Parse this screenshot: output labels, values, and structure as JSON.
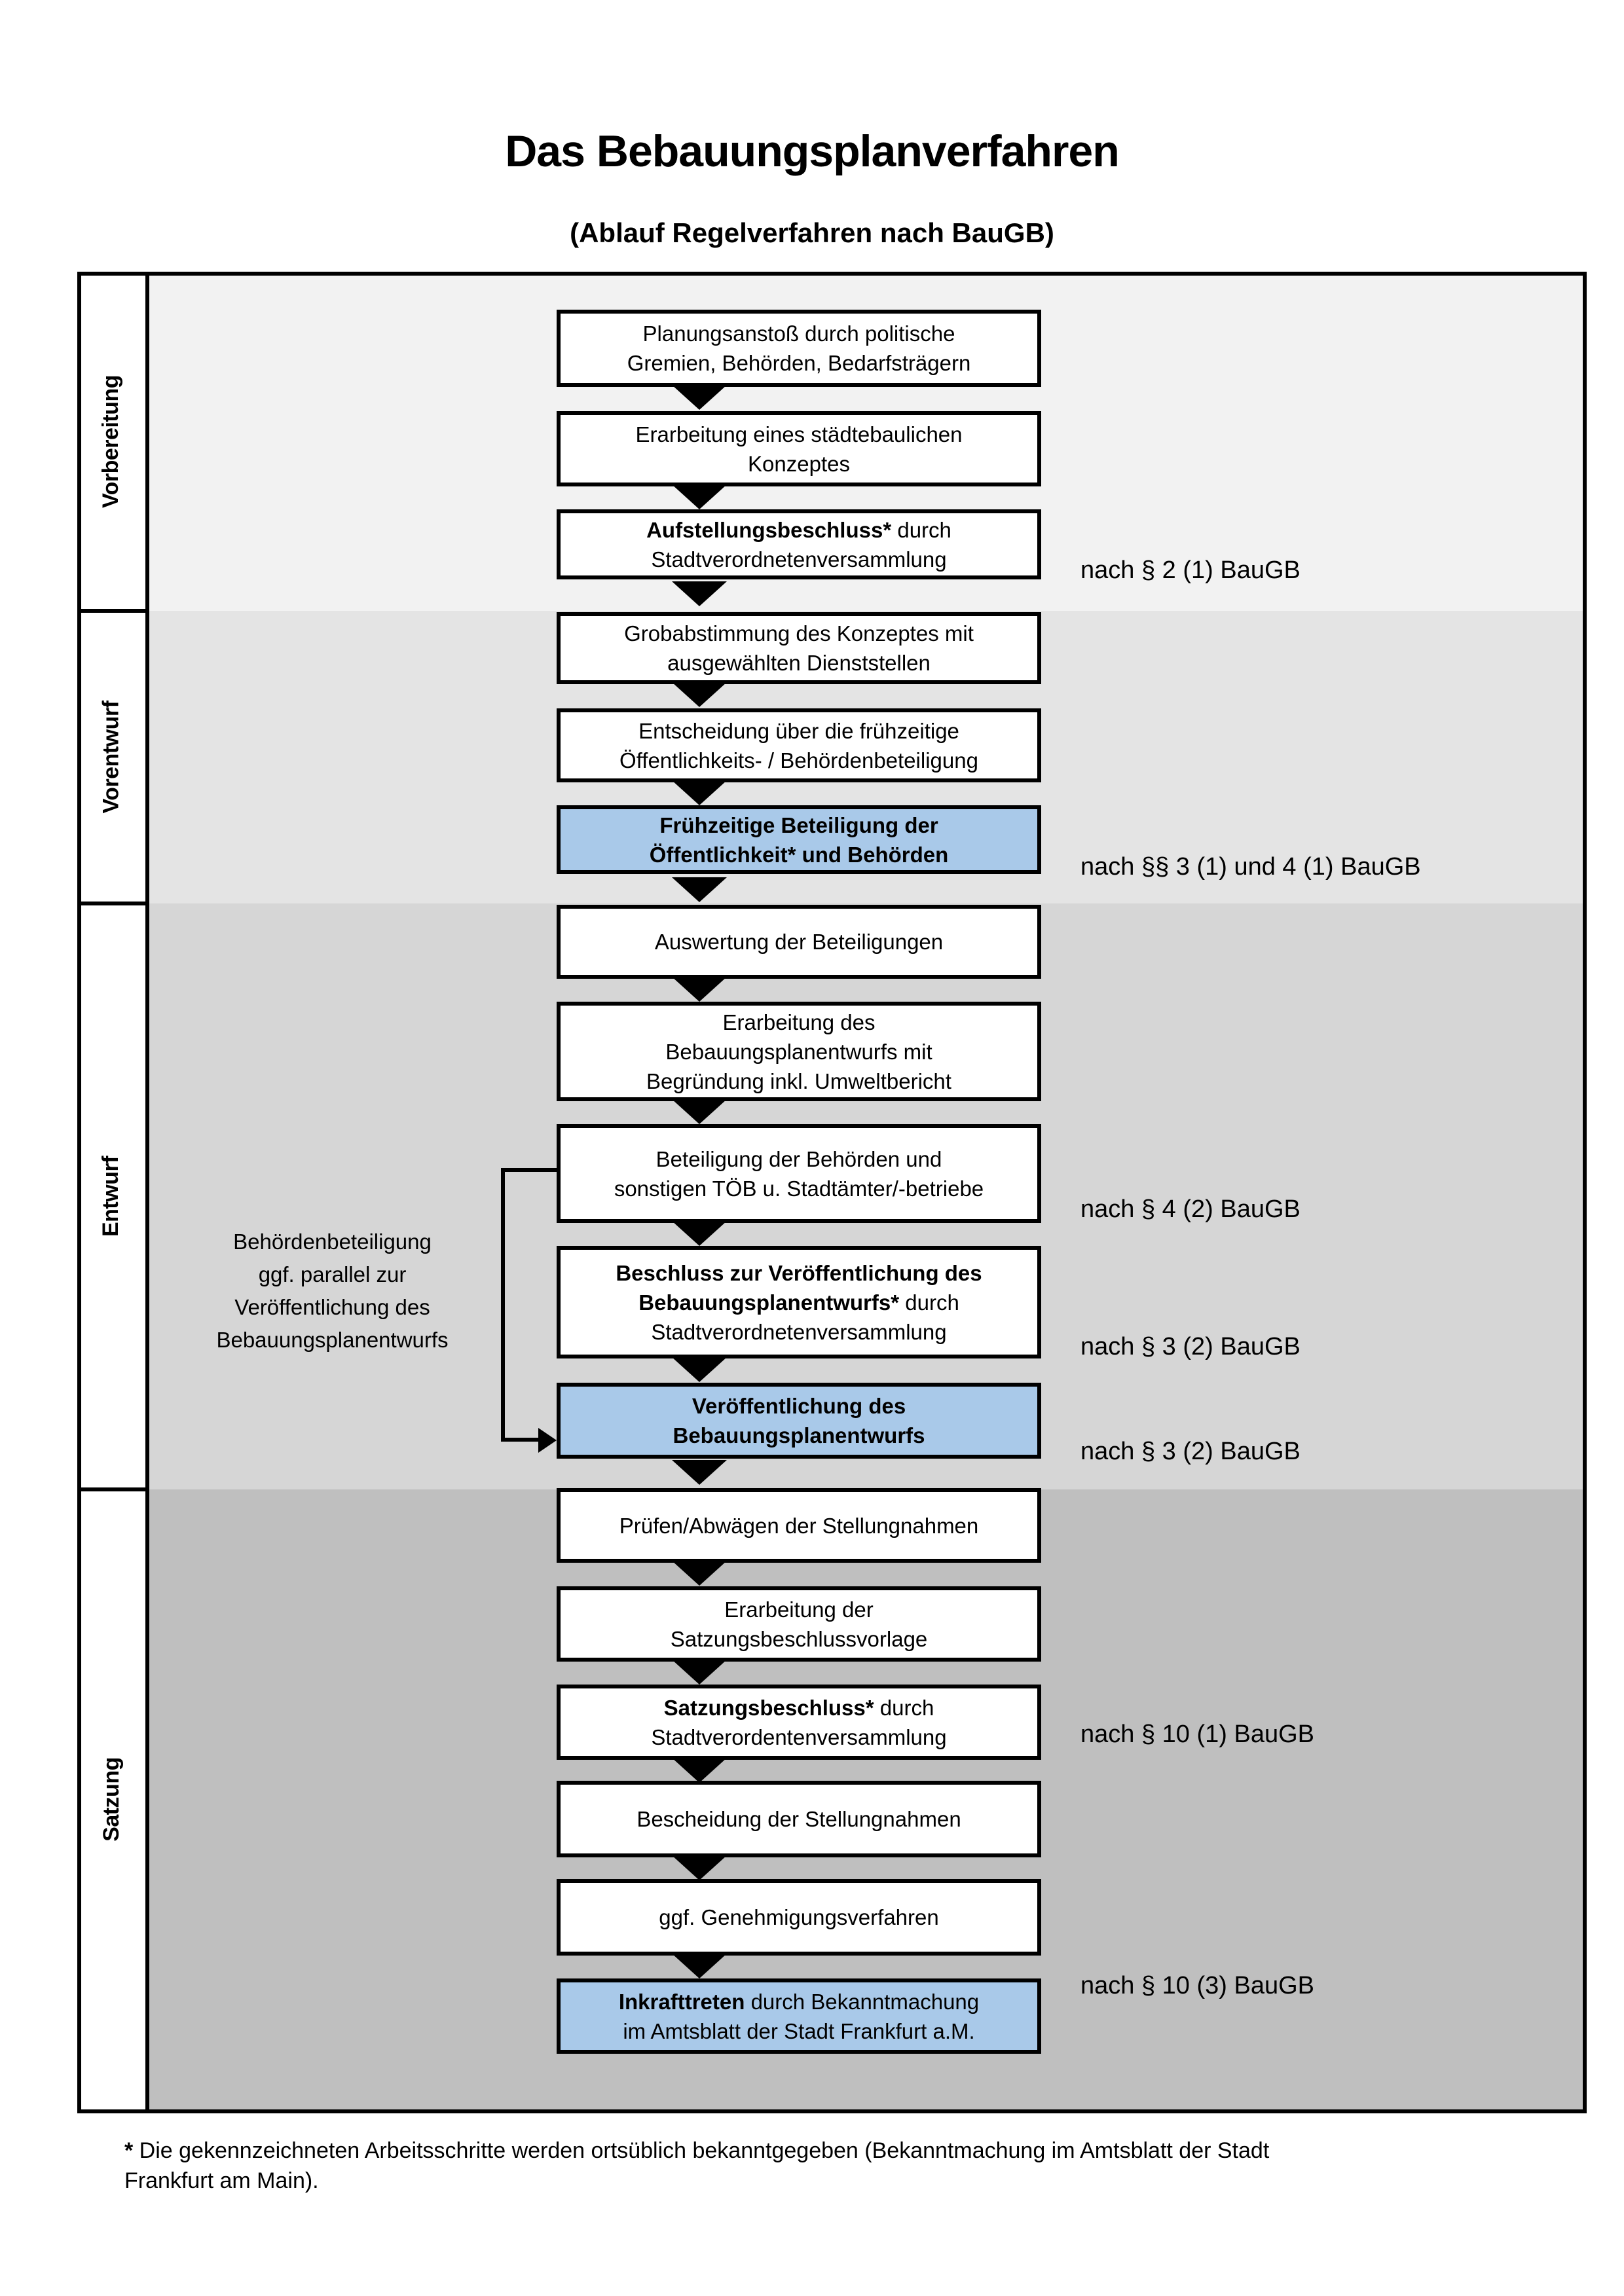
{
  "title": "Das Bebauungsplanverfahren",
  "subtitle": "(Ablauf Regelverfahren nach BauGB)",
  "colors": {
    "highlight": "#a9c9e9",
    "band_1": "#f2f2f2",
    "band_2": "#e4e4e4",
    "band_3": "#d6d6d6",
    "band_4": "#bfbfbf"
  },
  "sections": [
    {
      "label": "Vorbereitung"
    },
    {
      "label": "Vorentwurf"
    },
    {
      "label": "Entwurf"
    },
    {
      "label": "Satzung"
    }
  ],
  "boxes": [
    {
      "bold": "",
      "rest": "Planungsanstoß durch politische\nGremien, Behörden, Bedarfsträgern",
      "highlight": false
    },
    {
      "bold": "",
      "rest": "Erarbeitung eines städtebaulichen\nKonzeptes",
      "highlight": false
    },
    {
      "bold": "Aufstellungsbeschluss*",
      "rest": " durch\nStadtverordnetenversammlung",
      "highlight": false
    },
    {
      "bold": "",
      "rest": "Grobabstimmung des Konzeptes mit\nausgewählten Dienststellen",
      "highlight": false
    },
    {
      "bold": "",
      "rest": "Entscheidung über die frühzeitige\nÖffentlichkeits- / Behördenbeteiligung",
      "highlight": false
    },
    {
      "bold": "Frühzeitige Beteiligung der\nÖffentlichkeit* und Behörden",
      "rest": "",
      "highlight": true
    },
    {
      "bold": "",
      "rest": "Auswertung der Beteiligungen",
      "highlight": false
    },
    {
      "bold": "",
      "rest": "Erarbeitung des\nBebauungsplanentwurfs mit\nBegründung inkl. Umweltbericht",
      "highlight": false
    },
    {
      "bold": "",
      "rest": "Beteiligung der Behörden und\nsonstigen TÖB u. Stadtämter/-betriebe",
      "highlight": false
    },
    {
      "bold": "Beschluss zur Veröffentlichung des\nBebauungsplanentwurfs*",
      "rest": " durch\nStadtverordnetenversammlung",
      "highlight": false
    },
    {
      "bold": "Veröffentlichung des\nBebauungsplanentwurfs",
      "rest": "",
      "highlight": true
    },
    {
      "bold": "",
      "rest": "Prüfen/Abwägen der Stellungnahmen",
      "highlight": false
    },
    {
      "bold": "",
      "rest": "Erarbeitung der\nSatzungsbeschlussvorlage",
      "highlight": false
    },
    {
      "bold": "Satzungsbeschluss*",
      "rest": " durch\nStadtverordentenversammlung",
      "highlight": false
    },
    {
      "bold": "",
      "rest": "Bescheidung der Stellungnahmen",
      "highlight": false
    },
    {
      "bold": "",
      "rest": "ggf. Genehmigungsverfahren",
      "highlight": false
    },
    {
      "bold": "Inkrafttreten",
      "rest": " durch Bekanntmachung\nim Amtsblatt der Stadt Frankfurt a.M.",
      "highlight": true
    }
  ],
  "annotations": [
    {
      "text": "nach § 2 (1) BauGB"
    },
    {
      "text": "nach §§ 3 (1) und 4 (1) BauGB"
    },
    {
      "text": "nach § 4 (2) BauGB"
    },
    {
      "text": "nach § 3 (2) BauGB"
    },
    {
      "text": "nach § 3 (2) BauGB"
    },
    {
      "text": "nach § 10 (1) BauGB"
    },
    {
      "text": "nach § 10 (3) BauGB"
    }
  ],
  "side_note": "Behördenbeteiligung\nggf. parallel zur\nVeröffentlichung des\nBebauungsplanentwurfs",
  "footnote": {
    "marker": "*",
    "text": " Die gekennzeichneten Arbeitsschritte werden ortsüblich bekanntgegeben (Bekanntmachung im Amtsblatt  der Stadt\nFrankfurt am Main)."
  }
}
